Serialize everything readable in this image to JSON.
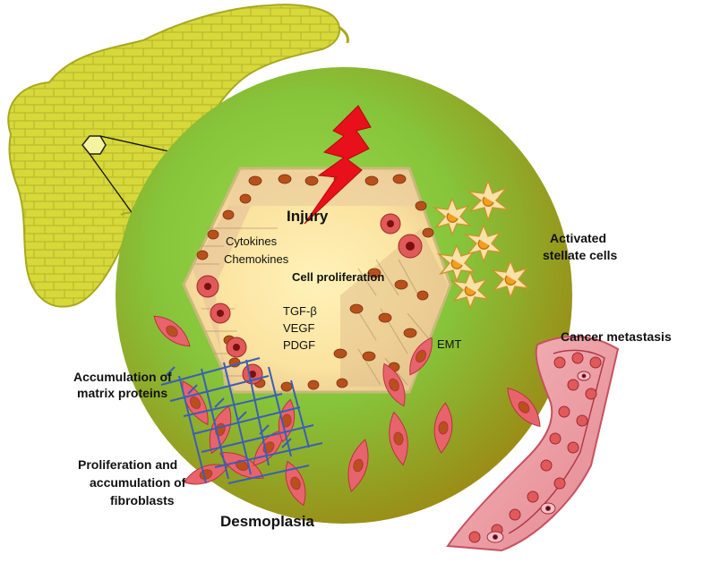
{
  "labels": {
    "injury": "Injury",
    "cytokines": "Cytokines",
    "chemokines": "Chemokines",
    "cell_proliferation": "Cell proliferation",
    "tgf": "TGF-β",
    "vegf": "VEGF",
    "pdgf": "PDGF",
    "activated_stellate_line1": "Activated",
    "activated_stellate_line2": "stellate cells",
    "emt": "EMT",
    "cancer_metastasis": "Cancer metastasis",
    "accumulation_line1": "Accumulation of",
    "accumulation_line2": "matrix proteins",
    "proliferation_line1": "Proliferation and",
    "proliferation_line2": "accumulation of",
    "proliferation_line3": "fibroblasts",
    "desmoplasia": "Desmoplasia"
  },
  "colors": {
    "pancreas": "#d9dc45",
    "circle_outer": "#a89a1a",
    "circle_inner": "#8ed04a",
    "hexagon_fill": "#fbe6a6",
    "injury_bolt": "#e8101a",
    "fibroblast": "#e8646c",
    "nucleus": "#b8501c",
    "stellate": "#f7e2a8",
    "matrix": "#3b5fb5",
    "vessel": "#e89aa0"
  }
}
